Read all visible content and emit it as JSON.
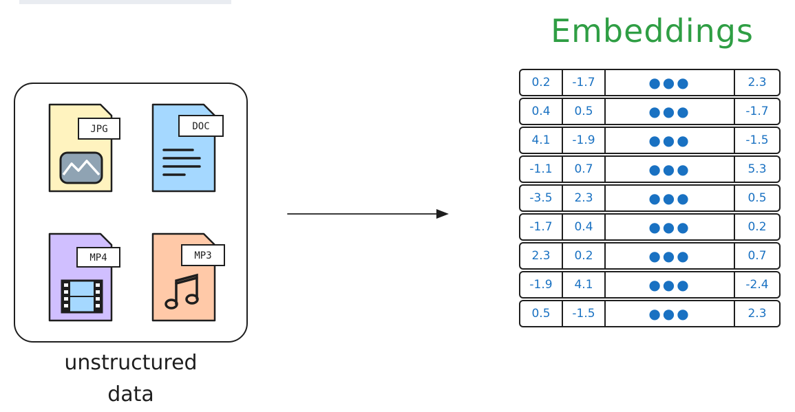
{
  "colors": {
    "title_green": "#2f9e44",
    "value_blue": "#1971c2",
    "jpg_fill": "#fff3bf",
    "doc_fill": "#a5d8ff",
    "mp4_fill": "#d0bfff",
    "mp3_fill": "#ffc9a8",
    "stroke": "#1e1e1e"
  },
  "files": [
    {
      "tag": "JPG",
      "icon": "image-icon"
    },
    {
      "tag": "DOC",
      "icon": "text-lines-icon"
    },
    {
      "tag": "MP4",
      "icon": "film-icon"
    },
    {
      "tag": "MP3",
      "icon": "music-note-icon"
    }
  ],
  "source_caption": "unstructured\ndata",
  "embeddings": {
    "title": "Embeddings",
    "ellipsis": "●●●",
    "rows": [
      [
        "0.2",
        "-1.7",
        "2.3"
      ],
      [
        "0.4",
        "0.5",
        "-1.7"
      ],
      [
        "4.1",
        "-1.9",
        "-1.5"
      ],
      [
        "-1.1",
        "0.7",
        "5.3"
      ],
      [
        "-3.5",
        "2.3",
        "0.5"
      ],
      [
        "-1.7",
        "0.4",
        "0.2"
      ],
      [
        "2.3",
        "0.2",
        "0.7"
      ],
      [
        "-1.9",
        "4.1",
        "-2.4"
      ],
      [
        "0.5",
        "-1.5",
        "2.3"
      ]
    ]
  }
}
